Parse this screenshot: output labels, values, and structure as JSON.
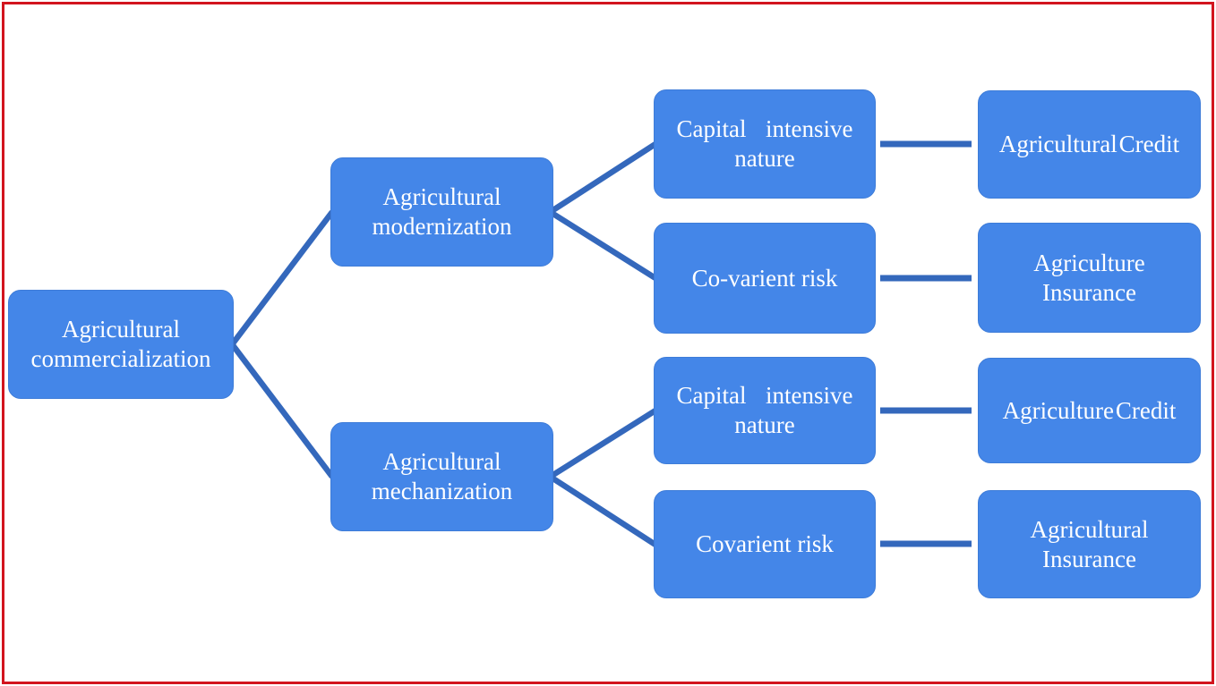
{
  "page": {
    "background_color": "#FFFFFF",
    "border_color": "#D2151E"
  },
  "diagram": {
    "type": "hierarchy-flowchart",
    "direction": "left-to-right",
    "node_fill_color": "#4486E8",
    "node_text_color": "#FFFFFF",
    "connector_color": "#3468BC",
    "nodes": {
      "root": {
        "label": "Agricultural\ncommercialization"
      },
      "modernization": {
        "label": "Agricultural\nmodernization"
      },
      "mechanization": {
        "label": "Agricultural\nmechanization"
      },
      "capital1": {
        "label": "Capital intensive\nnature"
      },
      "covarient1": {
        "label": "Co-varient risk"
      },
      "capital2": {
        "label": "Capital intensive\nnature"
      },
      "covarient2": {
        "label": "Covarient risk"
      },
      "credit1": {
        "label": "Agricultural Credit"
      },
      "insurance1": {
        "label": "Agriculture\nInsurance"
      },
      "credit2": {
        "label": "Agriculture Credit"
      },
      "insurance2": {
        "label": "Agricultural\nInsurance"
      }
    },
    "edges": [
      {
        "from": "root",
        "to": "modernization"
      },
      {
        "from": "root",
        "to": "mechanization"
      },
      {
        "from": "modernization",
        "to": "capital1"
      },
      {
        "from": "modernization",
        "to": "covarient1"
      },
      {
        "from": "mechanization",
        "to": "capital2"
      },
      {
        "from": "mechanization",
        "to": "covarient2"
      },
      {
        "from": "capital1",
        "to": "credit1"
      },
      {
        "from": "covarient1",
        "to": "insurance1"
      },
      {
        "from": "capital2",
        "to": "credit2"
      },
      {
        "from": "covarient2",
        "to": "insurance2"
      }
    ]
  }
}
